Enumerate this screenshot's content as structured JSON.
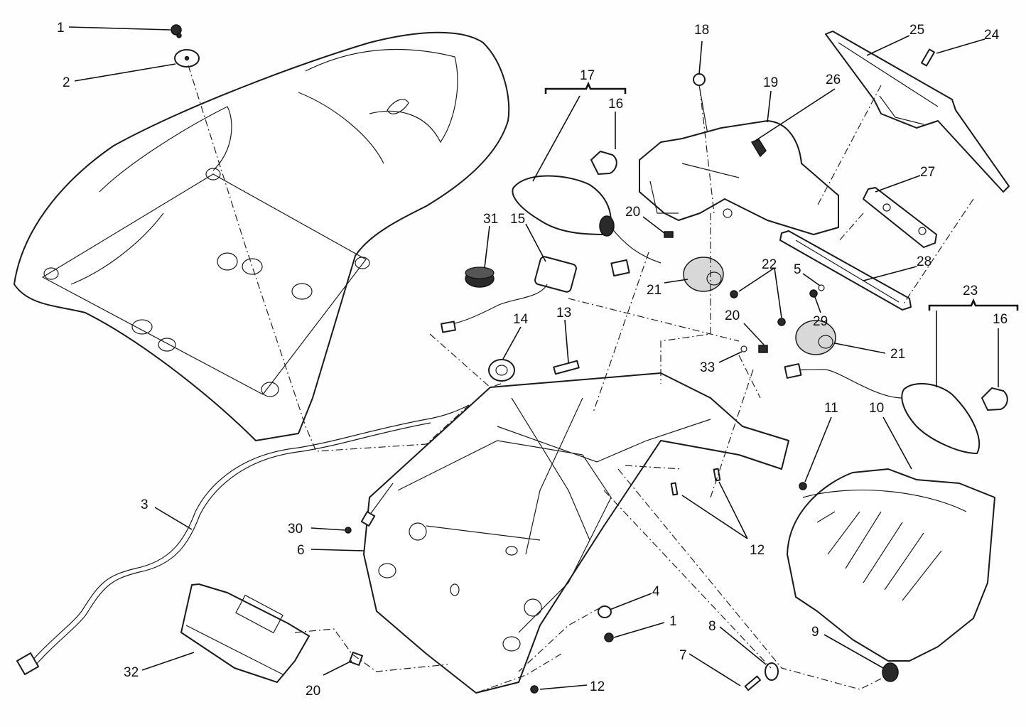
{
  "diagram": {
    "title": "Rear frame / license plate holder exploded view",
    "callouts": [
      {
        "label": "1",
        "part": "screw-top"
      },
      {
        "label": "2",
        "part": "washer-top"
      },
      {
        "label": "3",
        "part": "wiring-harness"
      },
      {
        "label": "6",
        "part": "rear-fender-support"
      },
      {
        "label": "30",
        "part": "cable-tie"
      },
      {
        "label": "32",
        "part": "reflector-bracket"
      },
      {
        "label": "20",
        "part": "clip-bottom-left"
      },
      {
        "label": "31",
        "part": "rubber-plug"
      },
      {
        "label": "15",
        "part": "license-light"
      },
      {
        "label": "14",
        "part": "grommet"
      },
      {
        "label": "13",
        "part": "clip-center"
      },
      {
        "label": "17",
        "part": "turn-signal-left-assembly"
      },
      {
        "label": "16",
        "part": "bulb-left"
      },
      {
        "label": "20",
        "part": "clip-upper"
      },
      {
        "label": "21",
        "part": "rubber-mount-left"
      },
      {
        "label": "18",
        "part": "plug-top"
      },
      {
        "label": "19",
        "part": "cover-center"
      },
      {
        "label": "25",
        "part": "license-plate-holder"
      },
      {
        "label": "24",
        "part": "screw-plate-holder"
      },
      {
        "label": "26",
        "part": "clip-plate-holder"
      },
      {
        "label": "27",
        "part": "reflector"
      },
      {
        "label": "28",
        "part": "plate-bracket"
      },
      {
        "label": "22",
        "part": "screws-mount"
      },
      {
        "label": "5",
        "part": "washer-small"
      },
      {
        "label": "29",
        "part": "nut"
      },
      {
        "label": "20",
        "part": "clip-mid"
      },
      {
        "label": "33",
        "part": "nut-small"
      },
      {
        "label": "21",
        "part": "rubber-mount-right"
      },
      {
        "label": "23",
        "part": "turn-signal-right-assembly"
      },
      {
        "label": "16",
        "part": "bulb-right"
      },
      {
        "label": "11",
        "part": "screw-right"
      },
      {
        "label": "10",
        "part": "tail-cover"
      },
      {
        "label": "12",
        "part": "screws-middle"
      },
      {
        "label": "4",
        "part": "washer-bottom"
      },
      {
        "label": "1",
        "part": "screw-bottom"
      },
      {
        "label": "8",
        "part": "washer-large"
      },
      {
        "label": "7",
        "part": "screw-long"
      },
      {
        "label": "9",
        "part": "rubber-grommet-bottom"
      },
      {
        "label": "12",
        "part": "screw-bottom-12"
      }
    ]
  }
}
